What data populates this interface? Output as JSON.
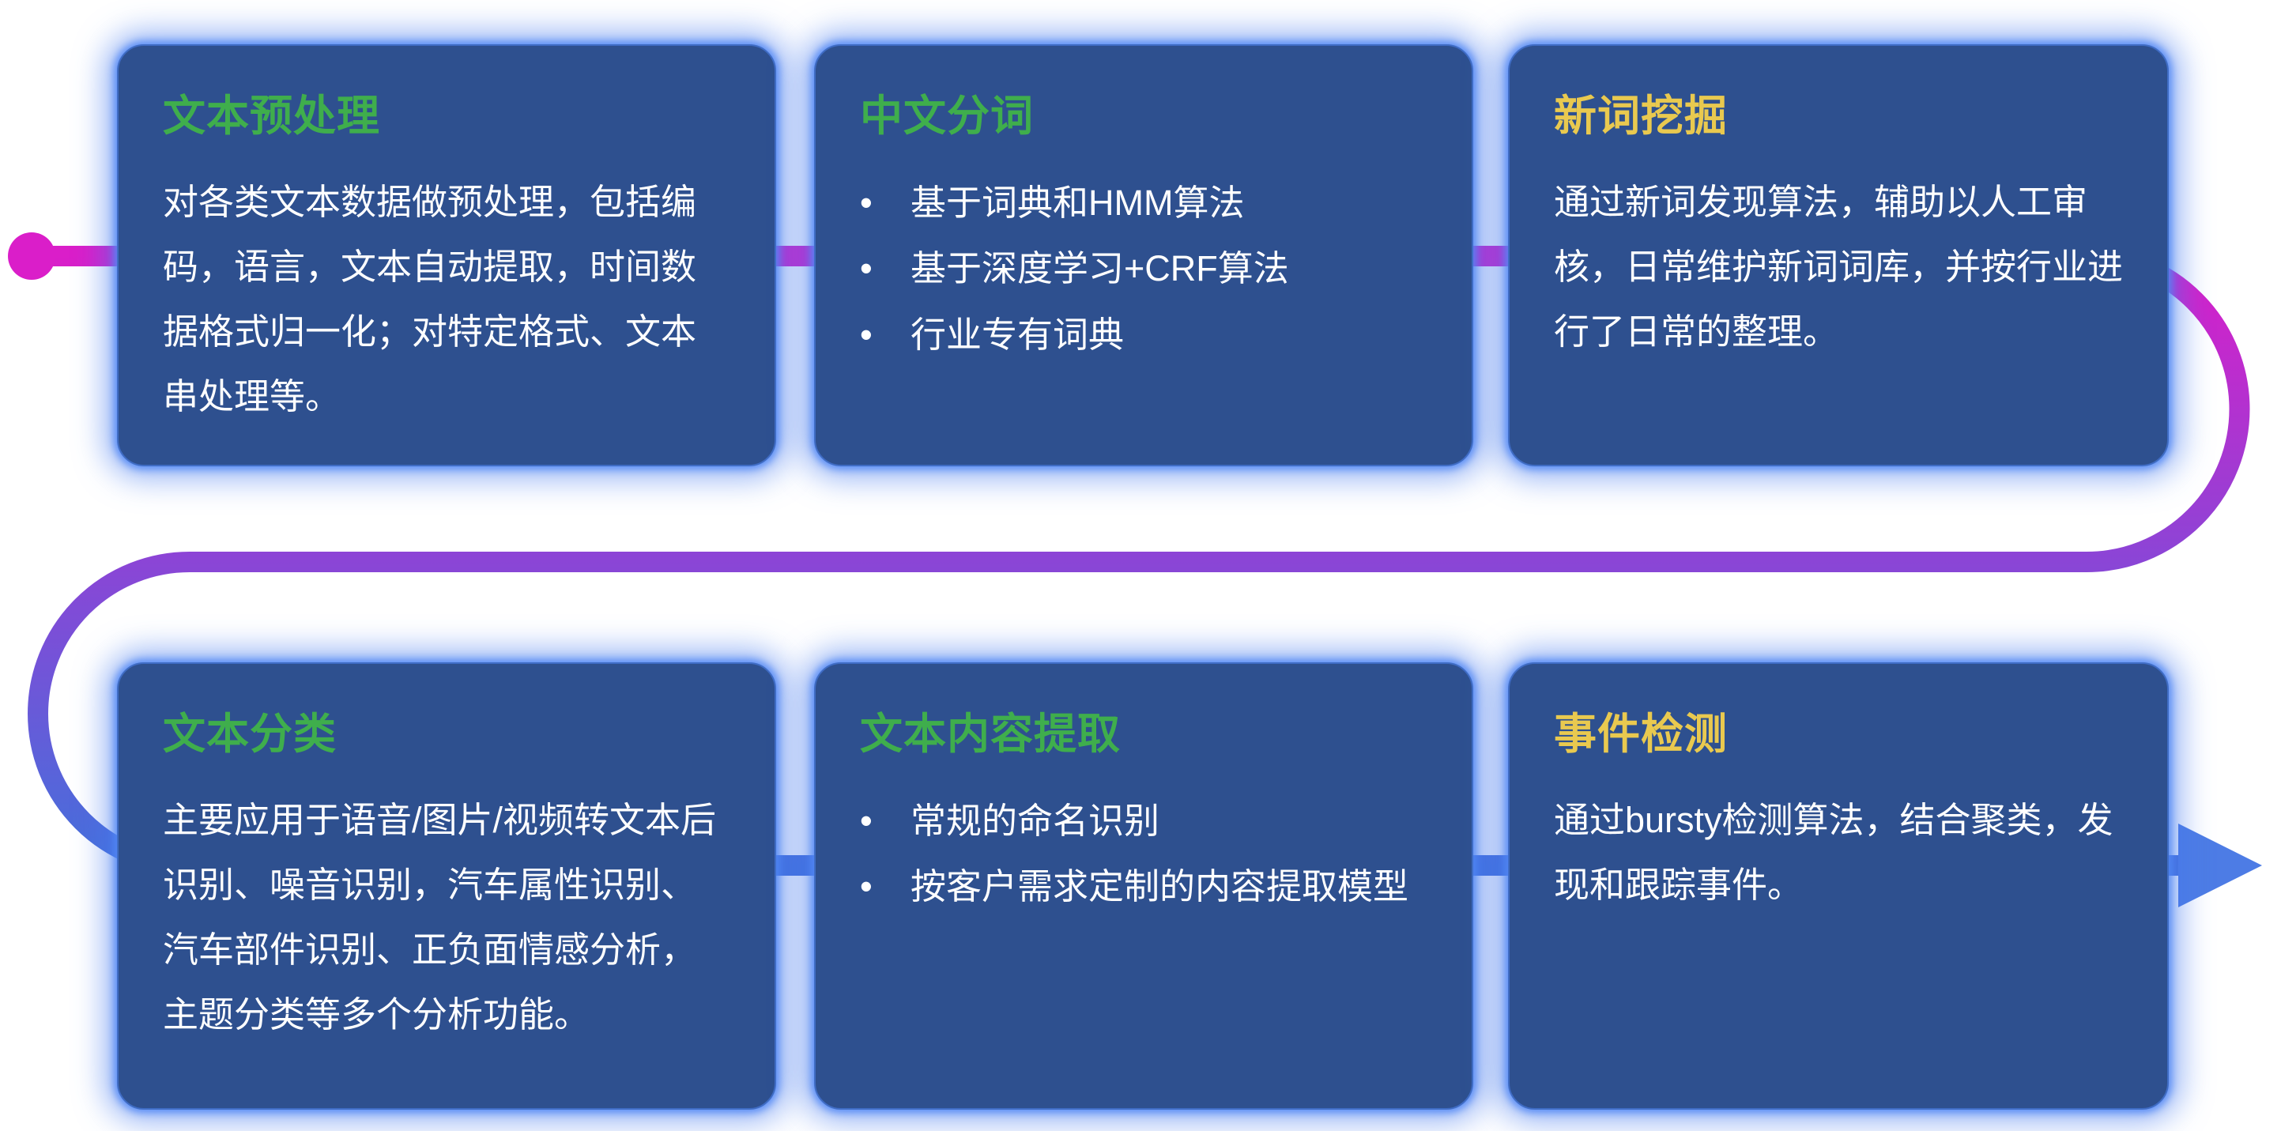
{
  "flow": {
    "start_dot_color": "#da1ec9",
    "gradient": [
      "#da1ec9",
      "#8b45d6",
      "#4470db"
    ],
    "arrow_color": "#4d7ce5"
  },
  "colors": {
    "card_background": "#2e508f",
    "card_glow": "#4678e6",
    "title_green": "#3fae4c",
    "title_yellow": "#e9c94f",
    "body_text": "#ffffff"
  },
  "bullet_char": "•",
  "cards": [
    {
      "id": "text-preprocessing",
      "title": "文本预处理",
      "title_color": "#3fae4c",
      "type": "paragraph",
      "body": "对各类文本数据做预处理，包括编码，语言，文本自动提取，时间数据格式归一化；对特定格式、文本串处理等。"
    },
    {
      "id": "chinese-word-segmentation",
      "title": "中文分词",
      "title_color": "#3fae4c",
      "type": "bullets",
      "bullets": [
        "基于词典和HMM算法",
        "基于深度学习+CRF算法",
        "行业专有词典"
      ]
    },
    {
      "id": "new-word-mining",
      "title": "新词挖掘",
      "title_color": "#e9c94f",
      "type": "paragraph",
      "body": "通过新词发现算法，辅助以人工审核，日常维护新词词库，并按行业进行了日常的整理。"
    },
    {
      "id": "text-classification",
      "title": "文本分类",
      "title_color": "#3fae4c",
      "type": "paragraph",
      "body": "主要应用于语音/图片/视频转文本后识别、噪音识别，汽车属性识别、汽车部件识别、正负面情感分析，主题分类等多个分析功能。"
    },
    {
      "id": "text-content-extraction",
      "title": "文本内容提取",
      "title_color": "#3fae4c",
      "type": "bullets",
      "bullets": [
        "常规的命名识别",
        "按客户需求定制的内容提取模型"
      ]
    },
    {
      "id": "event-detection",
      "title": "事件检测",
      "title_color": "#e9c94f",
      "type": "paragraph",
      "body": "通过bursty检测算法，结合聚类，发现和跟踪事件。"
    }
  ]
}
